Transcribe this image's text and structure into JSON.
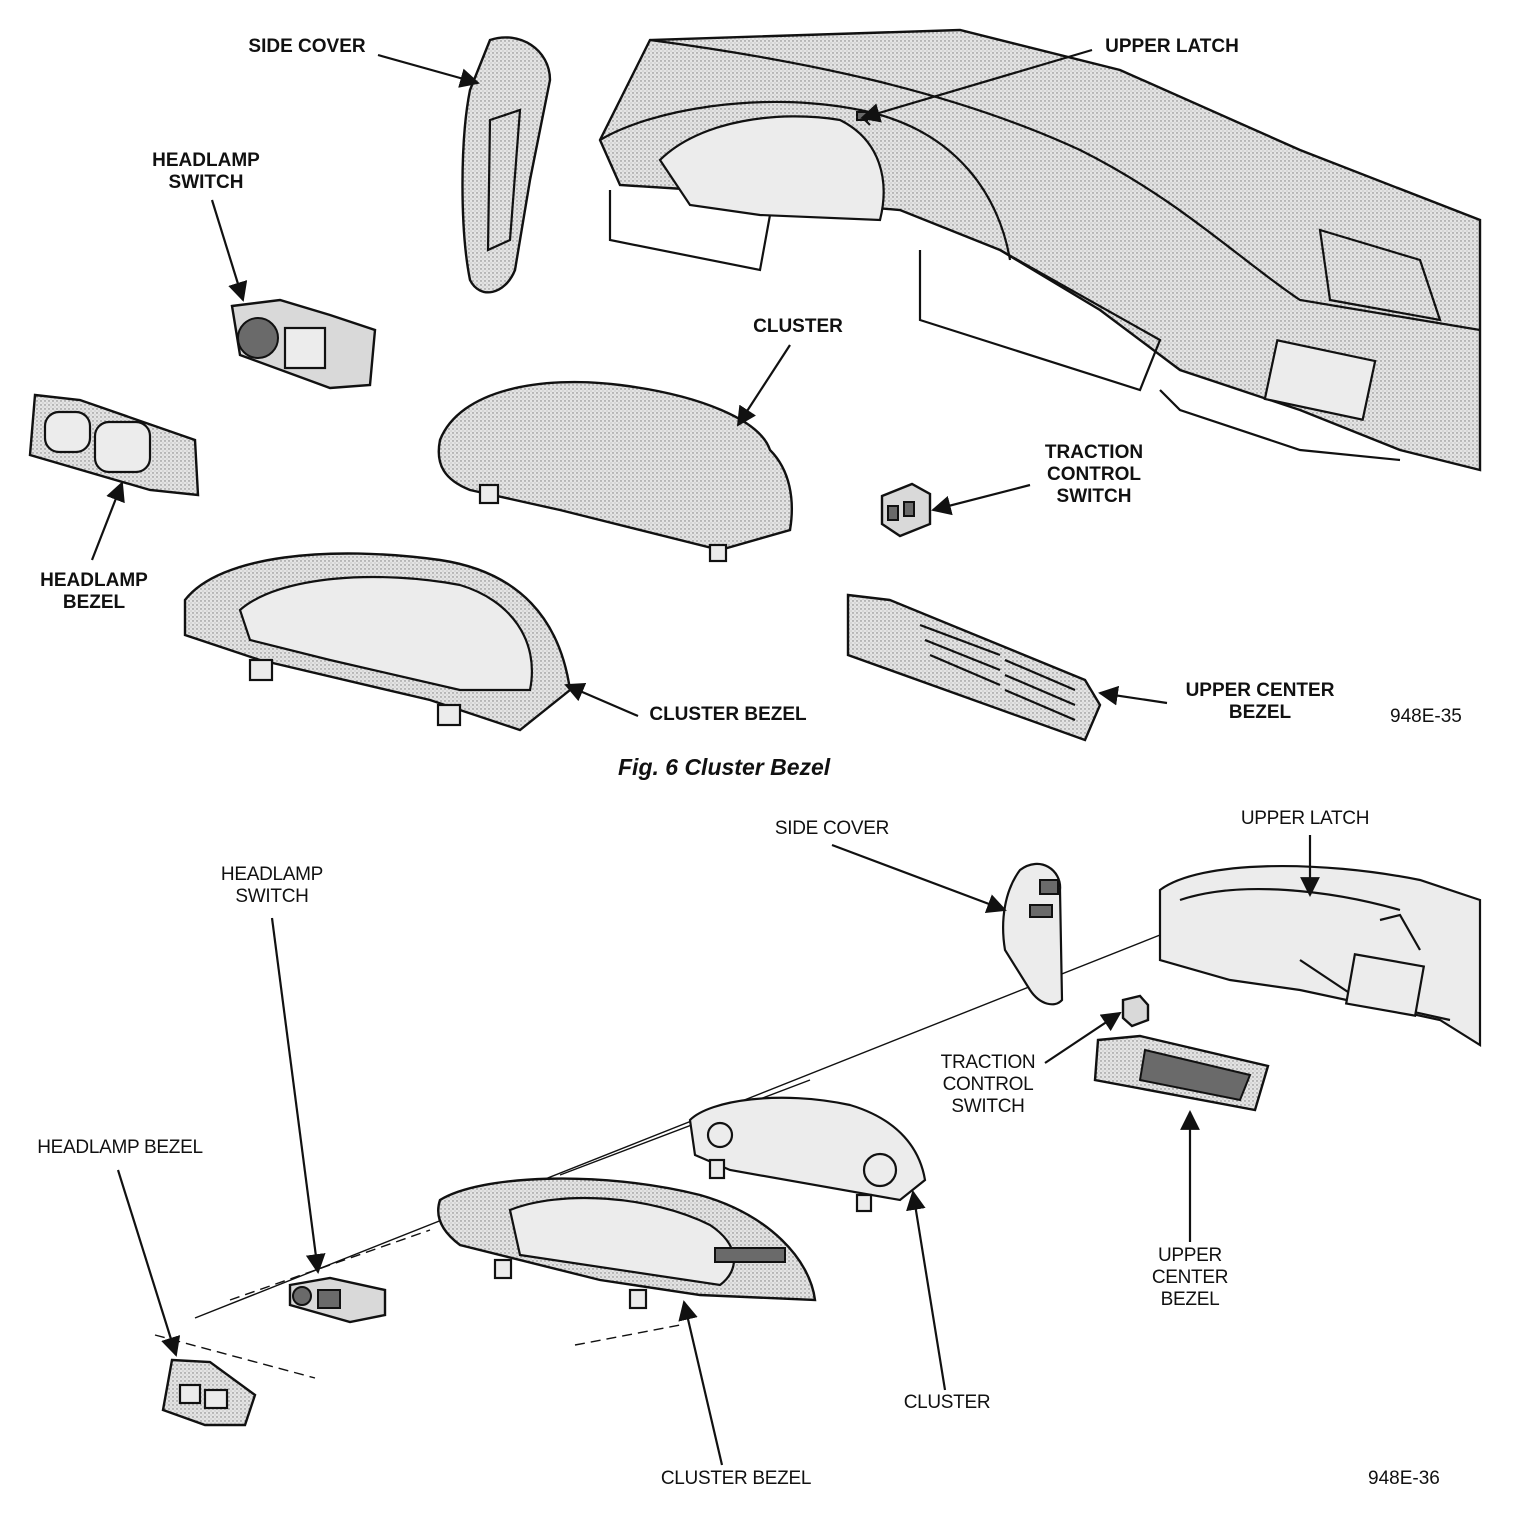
{
  "figure1": {
    "caption": "Fig. 6 Cluster Bezel",
    "code": "948E-35",
    "labels": {
      "side_cover": "SIDE COVER",
      "upper_latch": "UPPER LATCH",
      "headlamp_switch": "HEADLAMP\nSWITCH",
      "cluster": "CLUSTER",
      "headlamp_bezel": "HEADLAMP\nBEZEL",
      "traction_control_switch": "TRACTION\nCONTROL\nSWITCH",
      "cluster_bezel": "CLUSTER BEZEL",
      "upper_center_bezel": "UPPER CENTER\nBEZEL"
    }
  },
  "figure2": {
    "code": "948E-36",
    "labels": {
      "side_cover": "SIDE COVER",
      "upper_latch": "UPPER LATCH",
      "headlamp_switch": "HEADLAMP\nSWITCH",
      "traction_control_switch": "TRACTION\nCONTROL\nSWITCH",
      "headlamp_bezel": "HEADLAMP BEZEL",
      "upper_center_bezel": "UPPER\nCENTER\nBEZEL",
      "cluster": "CLUSTER",
      "cluster_bezel": "CLUSTER BEZEL"
    }
  }
}
